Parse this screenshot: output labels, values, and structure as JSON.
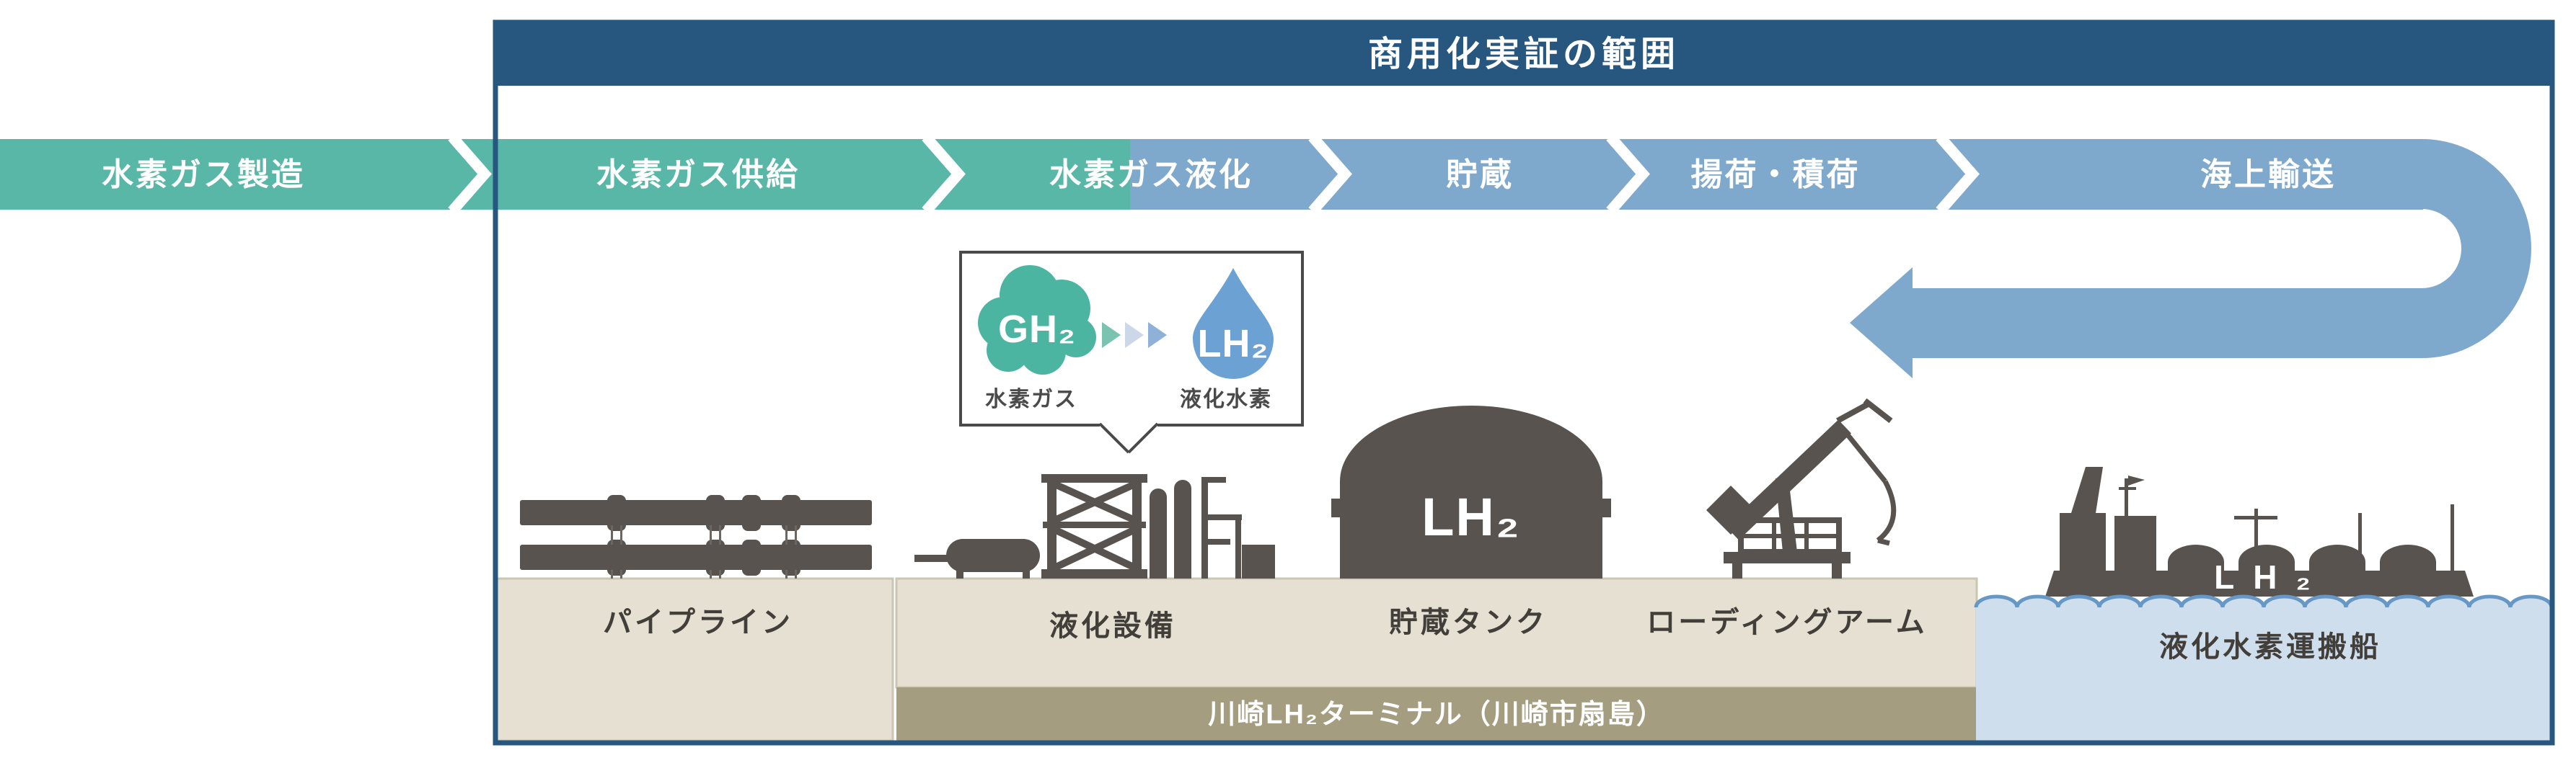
{
  "header": {
    "title": "商用化実証の範囲"
  },
  "flow": {
    "steps": [
      {
        "label": "水素ガス製造",
        "color": "#58b7a6"
      },
      {
        "label": "水素ガス供給",
        "color": "#58b7a6"
      },
      {
        "label": "水素ガス液化",
        "color": "#7ea8cc"
      },
      {
        "label": "貯蔵",
        "color": "#7ea8cc"
      },
      {
        "label": "揚荷・積荷",
        "color": "#7ea8cc"
      },
      {
        "label": "海上輸送",
        "color": "#7ea8cc"
      }
    ]
  },
  "callout": {
    "gas_symbol": "GH₂",
    "gas_label": "水素ガス",
    "liquid_symbol": "LH₂",
    "liquid_label": "液化水素"
  },
  "facilities": {
    "pipeline_label": "パイプライン",
    "liquefaction_label": "液化設備",
    "storage_tank_label": "貯蔵タンク",
    "storage_tank_symbol": "LH₂",
    "loading_arm_label": "ローディングアーム",
    "terminal_label": "川崎LH₂ターミナル（川崎市扇島）",
    "ship_label": "液化水素運搬船",
    "ship_symbol": "LH₂"
  },
  "colors": {
    "header_navy": "#27567f",
    "band_green": "#58b7a6",
    "band_blue": "#7ea8cc",
    "beige_panel": "#e5e0d2",
    "olive_bar": "#a49d80",
    "water_fill": "#cfdeed",
    "wave_line": "#6798c5",
    "icon_gray": "#58534e",
    "cloud_teal": "#4cb5a2",
    "droplet_blue": "#6ca2d3",
    "callout_border": "#4a4a4a"
  },
  "icons": {
    "u_turn_arrow": "u-turn-arrow-icon",
    "gas_cloud": "gas-cloud-icon",
    "liquid_droplet": "liquid-droplet-icon",
    "phase_change_arrows": "phase-change-arrows-icon",
    "pipeline": "pipeline-icon",
    "liquefaction_plant": "liquefaction-plant-icon",
    "storage_tank": "lh2-storage-tank-icon",
    "loading_arm": "loading-arm-icon",
    "carrier_ship": "lh2-carrier-ship-icon"
  }
}
